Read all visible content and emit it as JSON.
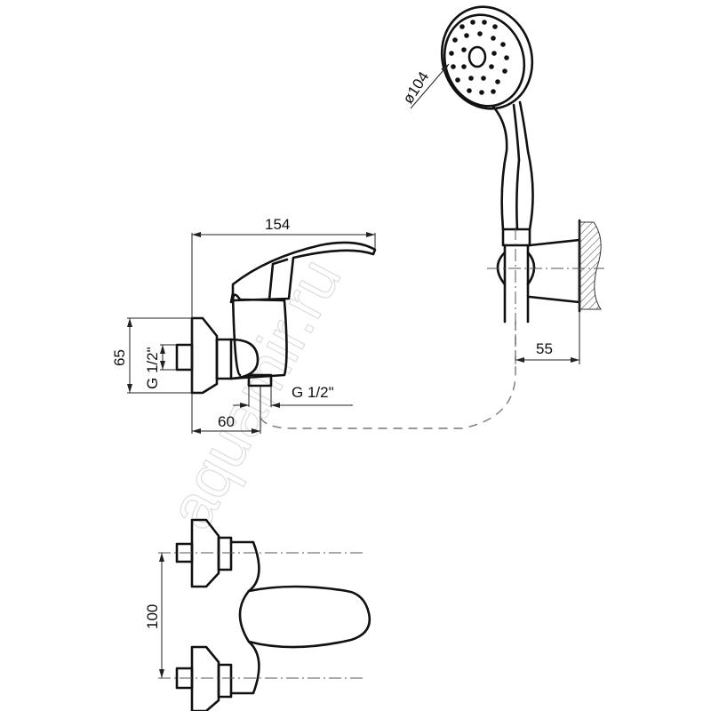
{
  "dimensions": {
    "width_total": "154",
    "height_inlet": "65",
    "thread_inlet": "G 1/2\"",
    "thread_outlet": "G 1/2\"",
    "outlet_offset": "60",
    "shower_diameter": "ø104",
    "holder_depth": "55",
    "inlet_spacing": "100"
  },
  "watermark": "aquamir.ru",
  "colors": {
    "line": "#111111",
    "background": "#ffffff"
  }
}
